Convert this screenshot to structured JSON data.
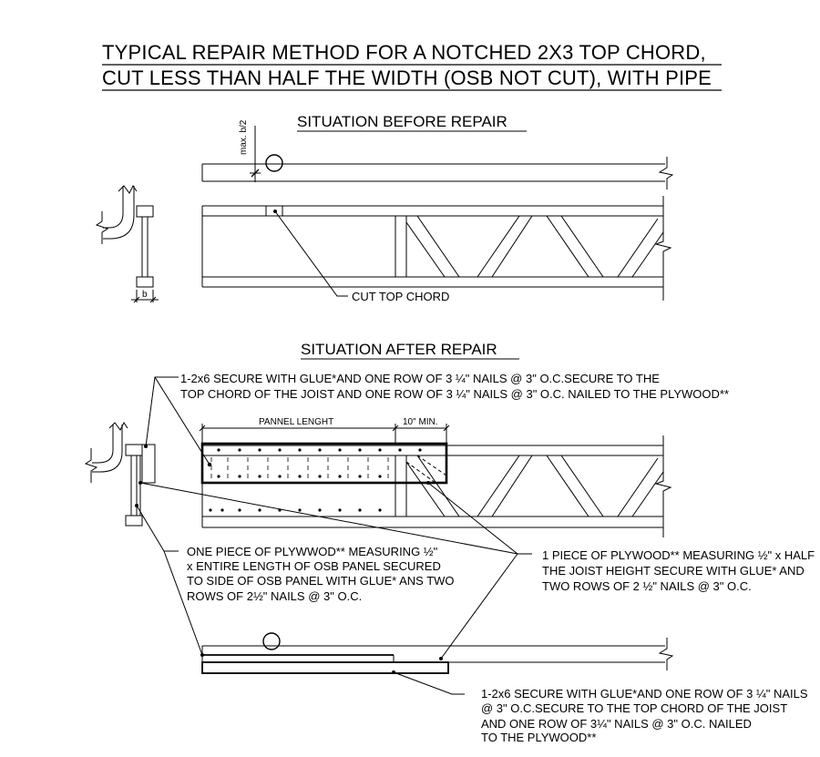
{
  "title": {
    "line1": "TYPICAL REPAIR METHOD FOR A NOTCHED 2X3 TOP CHORD,",
    "line2": "CUT LESS THAN HALF THE WIDTH (OSB NOT CUT), WITH PIPE"
  },
  "before": {
    "heading": "SITUATION BEFORE REPAIR",
    "dim_label": "max. b/2",
    "b_label": "b",
    "callout": "CUT TOP CHORD"
  },
  "after": {
    "heading": "SITUATION AFTER REPAIR",
    "panel_label": "PANNEL LENGHT",
    "min_label": "10\" MIN.",
    "note_top": {
      "line1": "1-2x6 SECURE WITH GLUE*AND ONE ROW OF 3 ¼\" NAILS @ 3\" O.C.SECURE TO THE",
      "line2": "TOP CHORD OF THE JOIST AND ONE ROW OF 3 ¼\" NAILS @ 3\" O.C. NAILED TO THE PLYWOOD**"
    },
    "note_left": {
      "line1": "ONE PIECE OF PLYWWOD** MEASURING ½\"",
      "line2": "x ENTIRE LENGTH OF OSB PANEL SECURED",
      "line3": "TO SIDE OF OSB PANEL WITH GLUE* ANS TWO",
      "line4": "ROWS OF 2½\" NAILS @ 3\" O.C."
    },
    "note_right": {
      "line1": "1 PIECE OF PLYWOOD** MEASURING ½\" x HALF",
      "line2": "THE JOIST HEIGHT SECURE WITH GLUE* AND",
      "line3": "TWO ROWS OF 2 ½\" NAILS @ 3\" O.C."
    },
    "note_bottom": {
      "line1": "1-2x6 SECURE WITH GLUE*AND ONE ROW OF 3 ¼\" NAILS",
      "line2": "@ 3\" O.C.SECURE TO THE TOP CHORD OF THE JOIST",
      "line3": "AND ONE ROW OF 3¼\" NAILS @ 3\" O.C. NAILED",
      "line4": "TO THE PLYWOOD**"
    }
  }
}
